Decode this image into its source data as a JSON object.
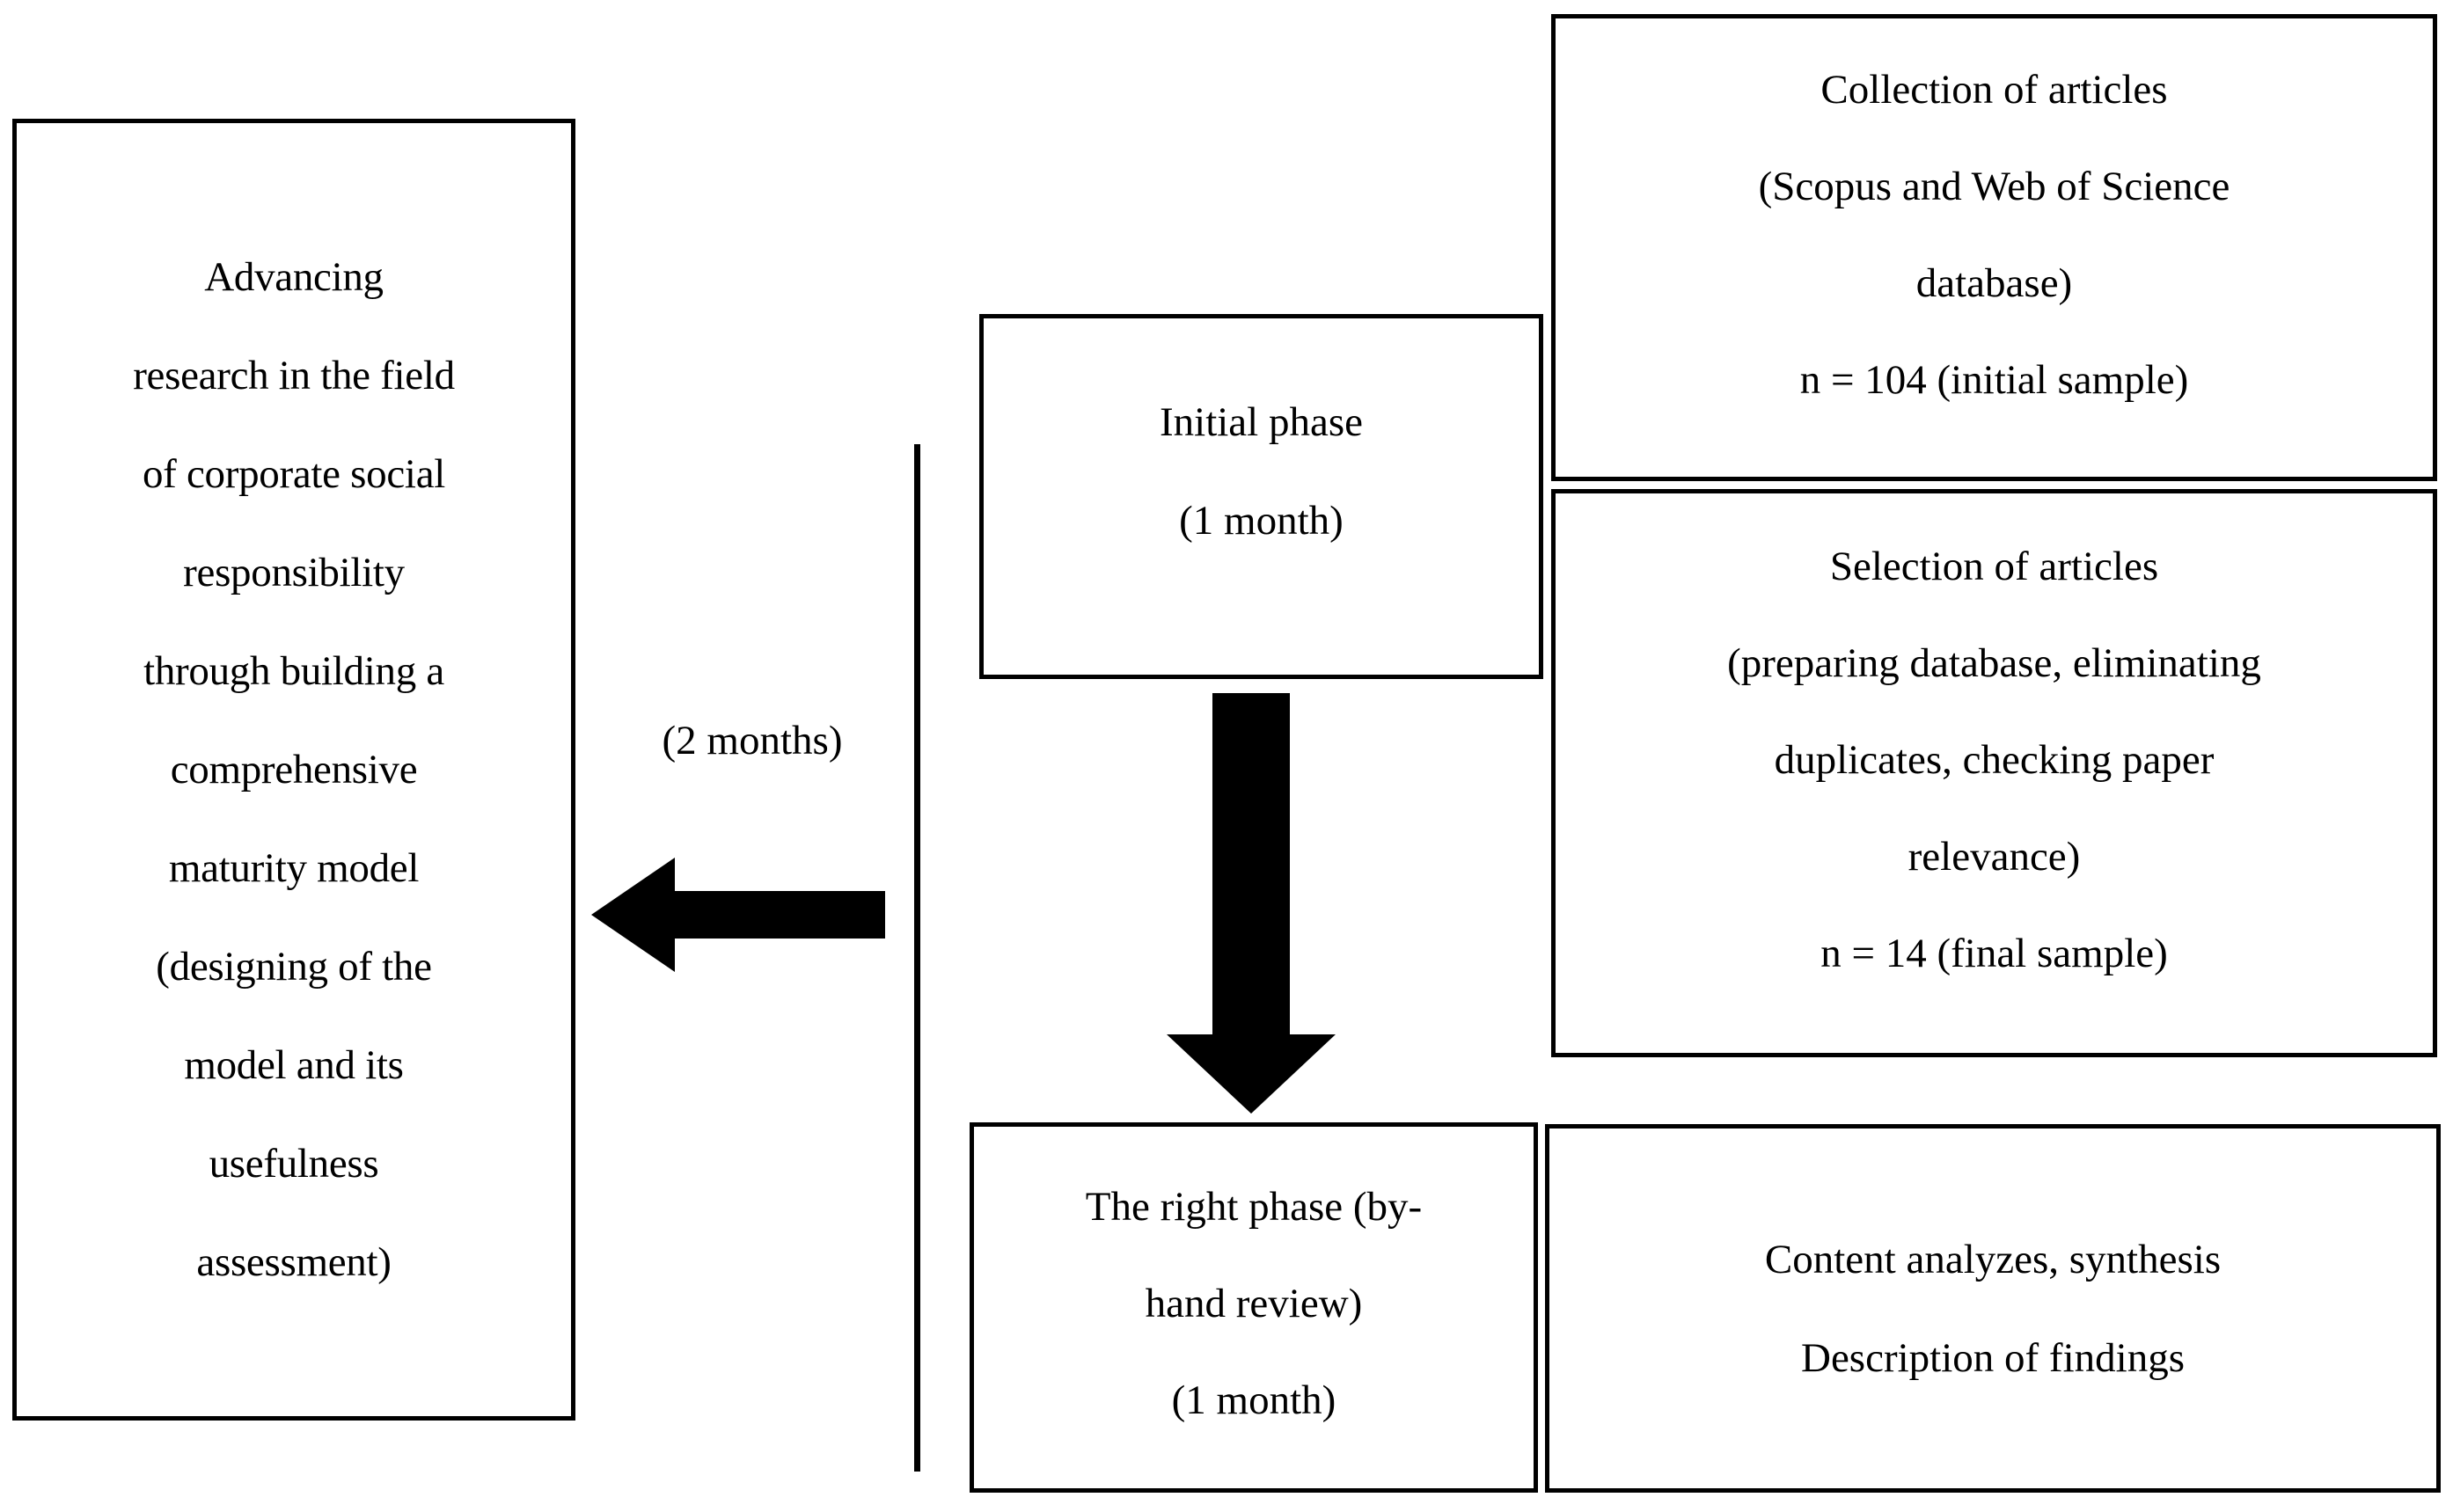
{
  "diagram": {
    "type": "flowchart",
    "boxes": {
      "objective": {
        "name": "Advancing research objective",
        "lines": [
          "Advancing",
          "research in the field",
          "of corporate social",
          "responsibility",
          "through building a",
          "comprehensive",
          "maturity model",
          "(designing of the",
          "model and its",
          "usefulness",
          "assessment)"
        ]
      },
      "initial_phase": {
        "name": "Initial phase",
        "lines": [
          "Initial phase",
          "(1 month)"
        ]
      },
      "right_phase": {
        "name": "The right phase",
        "lines": [
          "The right phase (by-",
          "hand review)",
          "(1 month)"
        ]
      },
      "collection": {
        "name": "Collection of articles",
        "lines": [
          "Collection of articles",
          "(Scopus and Web of Science",
          "database)",
          "n = 104 (initial sample)"
        ]
      },
      "selection": {
        "name": "Selection of articles",
        "lines": [
          "Selection of articles",
          "(preparing database, eliminating",
          "duplicates, checking paper",
          "relevance)",
          "n = 14 (final sample)"
        ]
      },
      "content_analysis": {
        "name": "Content analyzes",
        "lines": [
          "Content analyzes, synthesis",
          "Description of findings"
        ]
      }
    },
    "labels": {
      "two_months": "(2 months)"
    },
    "connectors": {
      "left_arrow": "arrow-left",
      "down_arrow": "arrow-down",
      "bracket": "vertical-bracket"
    },
    "colors": {
      "stroke": "#000000",
      "fill": "#ffffff",
      "arrow": "#000000"
    }
  }
}
